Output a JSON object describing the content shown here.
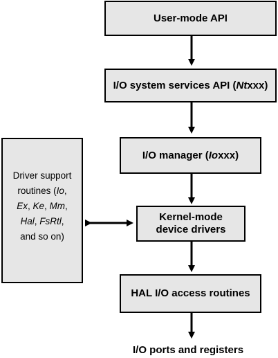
{
  "boxes": {
    "user_mode_api": "User-mode API",
    "io_system_services": {
      "prefix": "I/O system services API (",
      "italic": "Nt",
      "suffix": "xxx)"
    },
    "io_manager": {
      "prefix": "I/O manager (",
      "italic": "Io",
      "suffix": "xxx)"
    },
    "kernel_drivers": {
      "line1": "Kernel-mode",
      "line2": "device drivers"
    },
    "hal_routines": "HAL I/O access routines"
  },
  "driver_support": {
    "line1": "Driver support",
    "line2_prefix": "routines (",
    "io": "Io",
    "comma": ",",
    "ex": "Ex",
    "ke": "Ke",
    "mm": "Mm",
    "hal": "Hal",
    "fsrtl": "FsRtl",
    "line5": "and so on)"
  },
  "bottom_label": "I/O ports and registers",
  "colors": {
    "box_fill": "#e6e6e6",
    "stroke": "#000000"
  }
}
